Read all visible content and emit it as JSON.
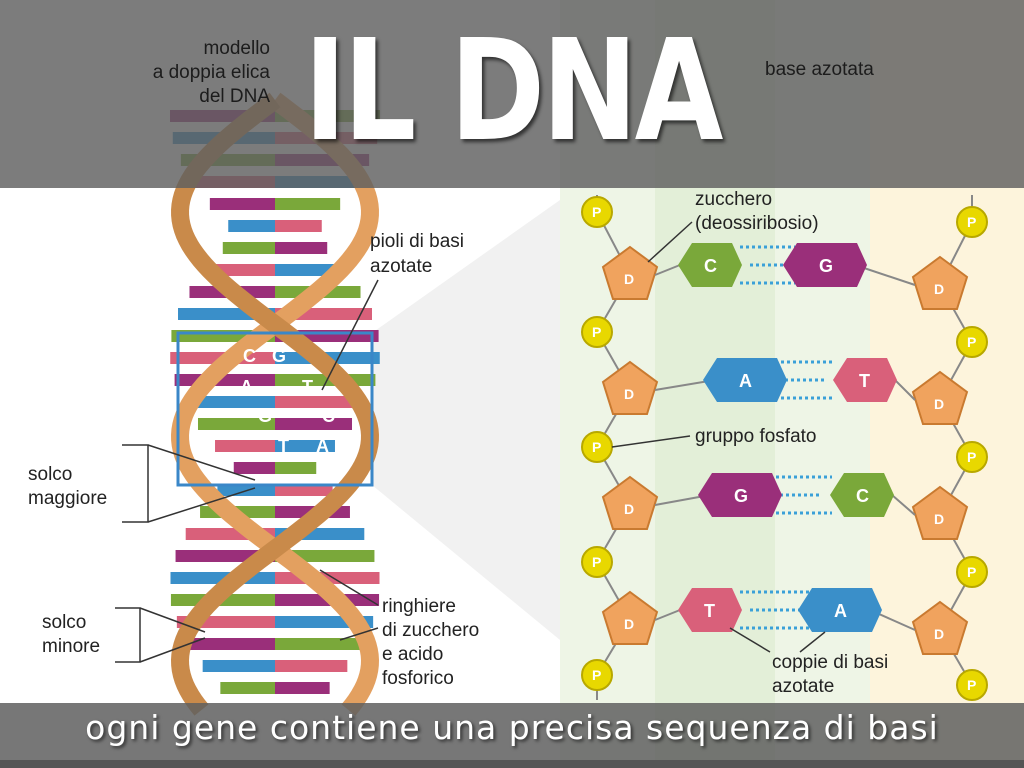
{
  "slide": {
    "title": "IL DNA",
    "caption": "ogni gene contiene una precisa sequenza di basi"
  },
  "diagram": {
    "labels": {
      "model_line1": "modello",
      "model_line2": "a doppia elica",
      "model_line3": "del DNA",
      "rungs_line1": "pioli di basi",
      "rungs_line2": "azotate",
      "major_line1": "solco",
      "major_line2": "maggiore",
      "minor_line1": "solco",
      "minor_line2": "minore",
      "rails_line1": "ringhiere",
      "rails_line2": "di zucchero",
      "rails_line3": "e acido",
      "rails_line4": "fosforico",
      "base": "base azotata",
      "sugar_line1": "zucchero",
      "sugar_line2": "(deossiribosio)",
      "phosphate": "gruppo fosfato",
      "pairs_line1": "coppie di basi",
      "pairs_line2": "azotate"
    },
    "phosphate_symbol": "P",
    "sugar_symbol": "D",
    "zoom_box_bases": [
      "C",
      "G",
      "A",
      "T",
      "G",
      "C",
      "T",
      "A"
    ],
    "pairs": [
      {
        "left": "C",
        "right": "G"
      },
      {
        "left": "A",
        "right": "T"
      },
      {
        "left": "G",
        "right": "C"
      },
      {
        "left": "T",
        "right": "A"
      }
    ],
    "colors": {
      "A": "#3a8fc9",
      "T": "#d9607a",
      "G": "#9a2f7a",
      "C": "#7aa83a",
      "sugar": "#f0a35e",
      "phosphate": "#e8d800",
      "box": "#3a87c8",
      "ribbon": "#e3a060"
    }
  }
}
